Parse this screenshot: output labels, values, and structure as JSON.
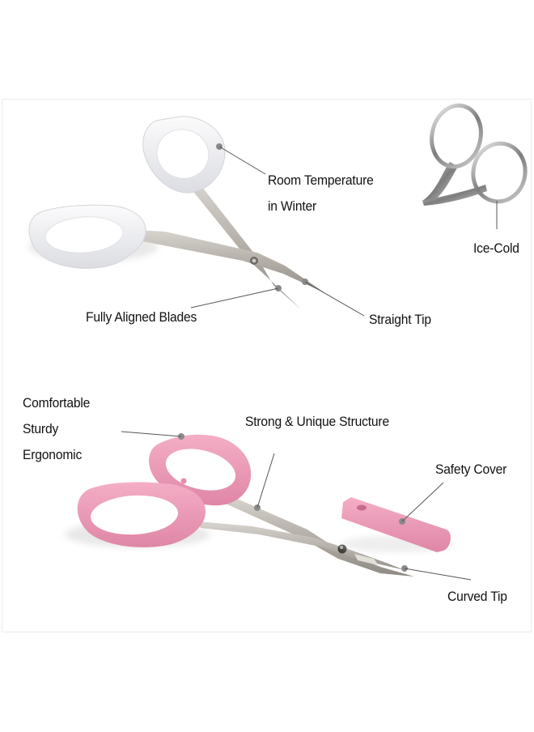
{
  "image": {
    "description": "Product feature infographic for cuticle scissors",
    "background": "#ffffff",
    "frame_border": "#ececec"
  },
  "top_section": {
    "product": "white-handled straight-tip scissors",
    "handle_color": "#eeeff2",
    "blade_color": "#b9b4ad",
    "callouts": [
      {
        "id": "room-temp",
        "lines": [
          "Room Temperature",
          "in Winter"
        ]
      },
      {
        "id": "straight-tip",
        "lines": [
          "Straight Tip"
        ]
      },
      {
        "id": "aligned-blades",
        "lines": [
          "Fully Aligned Blades"
        ]
      }
    ],
    "inset": {
      "product": "metal-handled scissors close-up",
      "callout": "Ice-Cold"
    }
  },
  "bottom_section": {
    "product": "pink-handled curved-tip scissors",
    "handle_color": "#ee9bb8",
    "blade_color": "#c2bdb5",
    "callouts": [
      {
        "id": "handle-qualities",
        "lines": [
          "Comfortable",
          "Sturdy",
          "Ergonomic"
        ]
      },
      {
        "id": "structure",
        "lines": [
          "Strong & Unique Structure"
        ]
      },
      {
        "id": "safety-cover",
        "lines": [
          "Safety Cover"
        ]
      },
      {
        "id": "curved-tip",
        "lines": [
          "Curved Tip"
        ]
      }
    ]
  },
  "colors": {
    "text": "#111111",
    "callout_line": "#555555",
    "callout_dot": "#8a8a8a"
  }
}
